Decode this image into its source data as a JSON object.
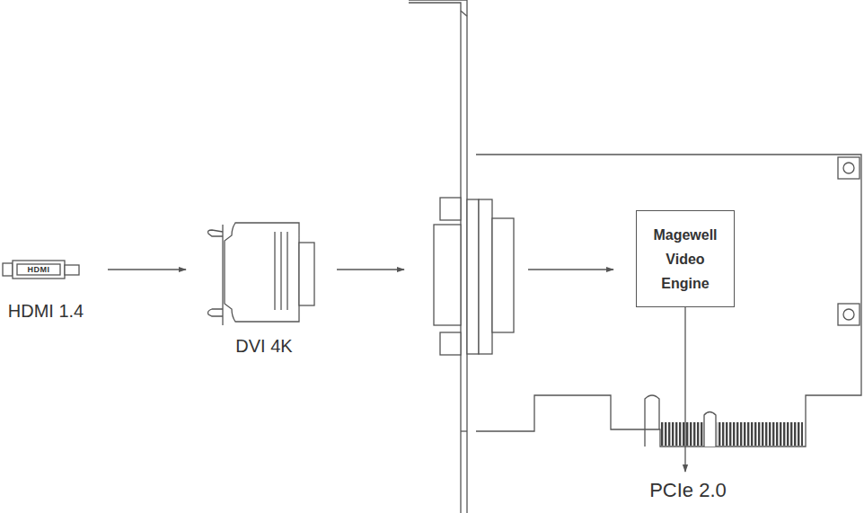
{
  "diagram": {
    "nodes": [
      {
        "text": [
          "HDMI 1.4"
        ]
      },
      {
        "text": [
          "DVI 4K"
        ]
      },
      {
        "text": [
          "Magewell Video Engine"
        ]
      },
      {
        "text": [
          "PCIe 2.0"
        ]
      }
    ],
    "edges": [
      {
        "from": 0,
        "to": 1,
        "arrow": "to"
      },
      {
        "from": 2,
        "to": 3,
        "arrow": "to"
      }
    ],
    "labels": [
      "HDMI"
    ]
  }
}
